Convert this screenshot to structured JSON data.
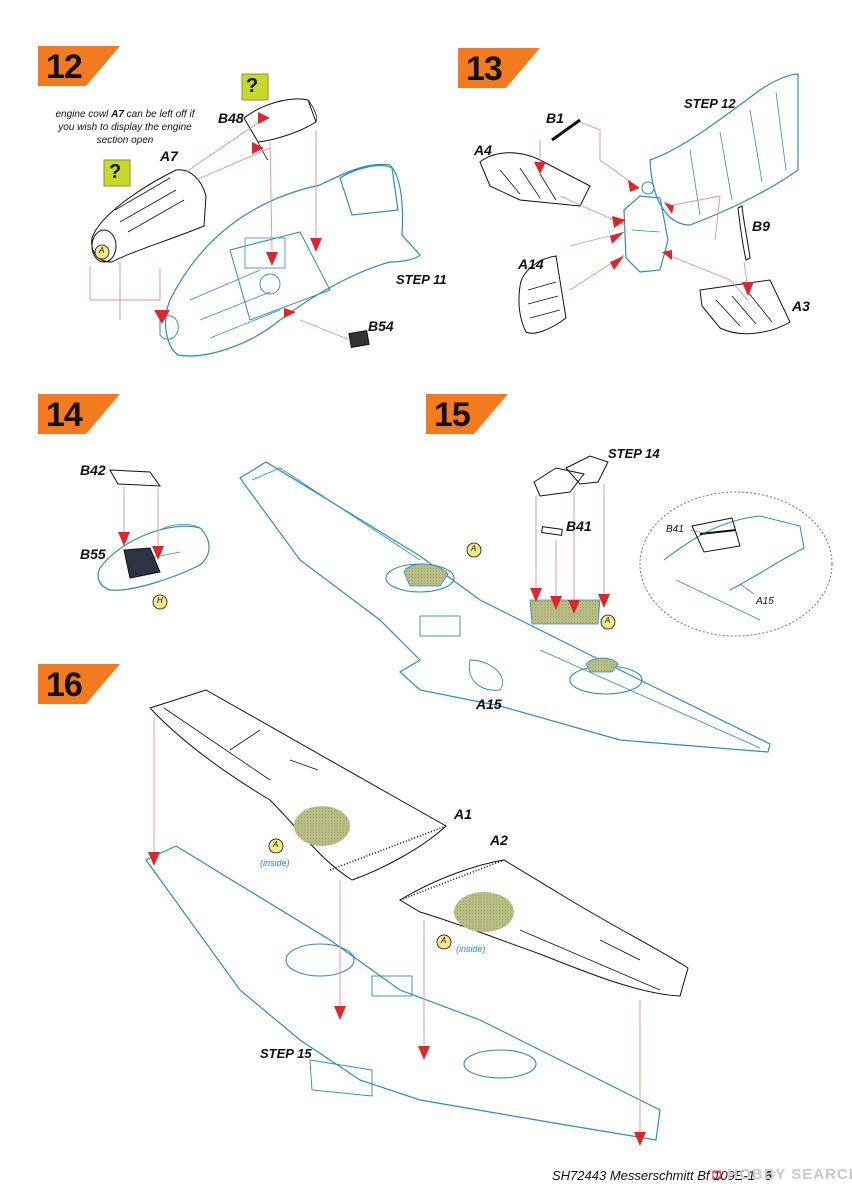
{
  "colors": {
    "badge_orange": "#f47a20",
    "line_blue": "#2a8bc9",
    "arrow_red": "#e0242b",
    "guide_pink": "#f08a8a",
    "paint_olive": "#b9bd84",
    "question_green": "#c6d82a",
    "dark_part": "#2d3444"
  },
  "steps": {
    "s12": "12",
    "s13": "13",
    "s14": "14",
    "s15": "15",
    "s16": "16"
  },
  "step12": {
    "note_pre": "engine cowl ",
    "note_part": "A7",
    "note_post": " can be left off if you wish to display the engine section open",
    "question": "?",
    "label_a7": "A7",
    "label_b48": "B48",
    "label_b54": "B54",
    "label_ref": "STEP 11",
    "paint_a": "A"
  },
  "step13": {
    "label_b1": "B1",
    "label_a4": "A4",
    "label_a14": "A14",
    "label_b9": "B9",
    "label_a3": "A3",
    "label_ref": "STEP 12"
  },
  "step14": {
    "label_b42": "B42",
    "label_b55": "B55",
    "paint_h": "H"
  },
  "step15": {
    "label_ref": "STEP 14",
    "label_b41": "B41",
    "label_a15": "A15",
    "detail_b41": "B41",
    "detail_a15": "A15",
    "paint_a": "A"
  },
  "step16": {
    "label_a1": "A1",
    "label_a2": "A2",
    "label_ref": "STEP 15",
    "inside": "(inside)",
    "paint_a": "A"
  },
  "footer": {
    "text": "SH72443 Messerschmitt Bf 109E-1",
    "page": "6"
  },
  "watermark": {
    "brand": "HOBBY SEARCH"
  }
}
